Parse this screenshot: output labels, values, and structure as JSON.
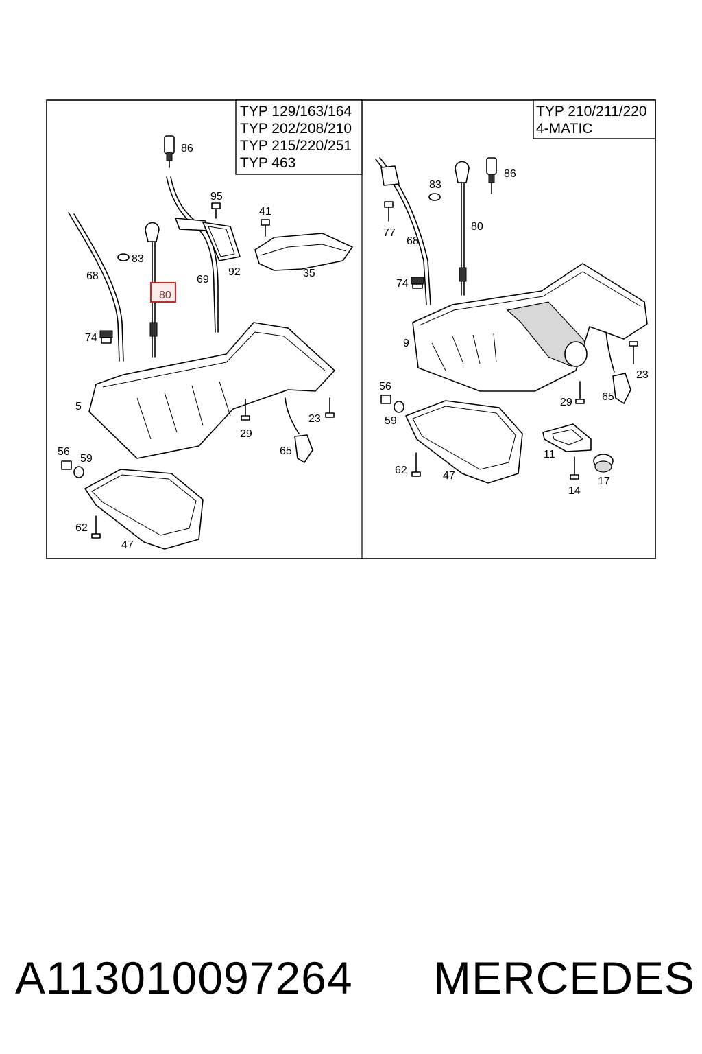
{
  "panels": {
    "left": {
      "types": [
        "TYP 129/163/164",
        "TYP 202/208/210",
        "TYP 215/220/251",
        "TYP 463"
      ],
      "callouts": [
        "86",
        "95",
        "41",
        "83",
        "68",
        "80",
        "69",
        "92",
        "35",
        "74",
        "5",
        "29",
        "23",
        "65",
        "56",
        "59",
        "62",
        "47"
      ]
    },
    "right": {
      "types": [
        "TYP 210/211/220",
        "4-MATIC"
      ],
      "callouts": [
        "83",
        "86",
        "77",
        "68",
        "80",
        "74",
        "9",
        "56",
        "59",
        "29",
        "65",
        "23",
        "11",
        "62",
        "47",
        "14",
        "17"
      ]
    }
  },
  "highlighted_callout": "80",
  "highlight_color": "#e02020",
  "caption": {
    "part_number": "A113010097264",
    "brand": "MERCEDES"
  }
}
